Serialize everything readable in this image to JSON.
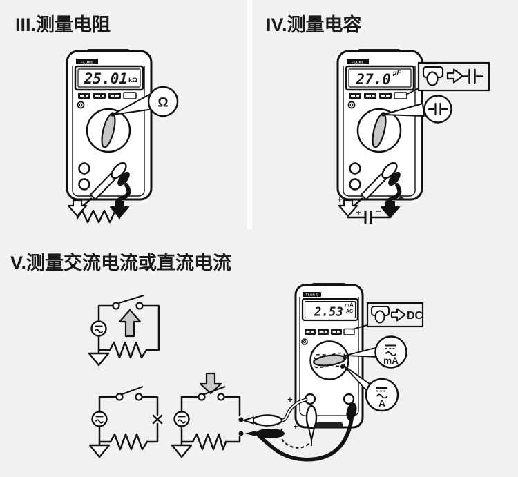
{
  "page": {
    "background": "#f1f1ef",
    "ink": "#1a1a1a",
    "knob_gray": "#c8c8c8"
  },
  "sections": {
    "resistance": {
      "title": "III.测量电阻",
      "meter": {
        "brand": "FLUKE",
        "display_value": "25.01",
        "display_unit": "kΩ"
      },
      "dial_callout": {
        "symbol": "Ω"
      }
    },
    "capacitance": {
      "title": "IV.测量电容",
      "meter": {
        "brand": "FLUKE",
        "display_value": "27.0",
        "display_unit": "µF"
      },
      "button_callout": {
        "icons": [
          "button-press-icon",
          "arrow-right-icon",
          "capacitor-icon"
        ]
      },
      "dial_callout": {
        "icon": "capacitor-icon"
      },
      "wiring_labels": {
        "probe_plus": "+",
        "probe_minus": "−",
        "cap_plus": "+",
        "cap_minus": "−"
      }
    },
    "current": {
      "title": "V.测量交流电流或直流电流",
      "meter": {
        "brand": "FLUKE",
        "display_value": "2.53",
        "display_unit_top": "mA",
        "display_unit_bottom": "AC"
      },
      "button_callout": {
        "icons": [
          "button-press-icon",
          "arrow-right-icon"
        ],
        "label": "DC"
      },
      "dial_callouts": [
        {
          "label": "mA",
          "icon": "ac-dc-icon"
        },
        {
          "label": "A",
          "icon": "ac-dc-icon"
        }
      ],
      "wiring_labels": {
        "jack_plus": "+",
        "alt_plus": "+"
      }
    }
  }
}
